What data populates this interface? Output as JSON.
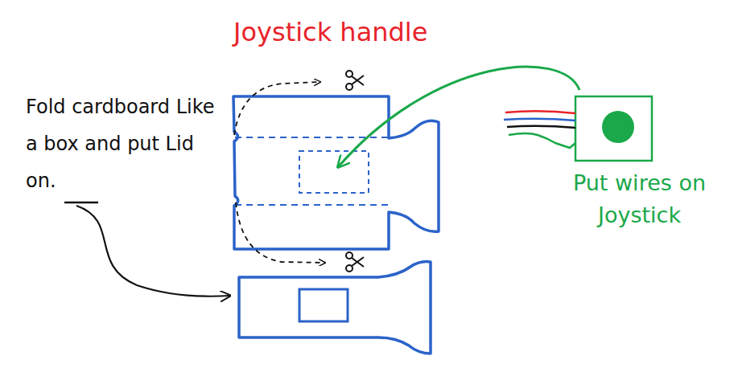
{
  "diagram": {
    "labels": [
      "Joystick handle",
      "Fold cardboard Like a box and put Lid on.",
      "Put wires on Joystick"
    ]
  }
}
